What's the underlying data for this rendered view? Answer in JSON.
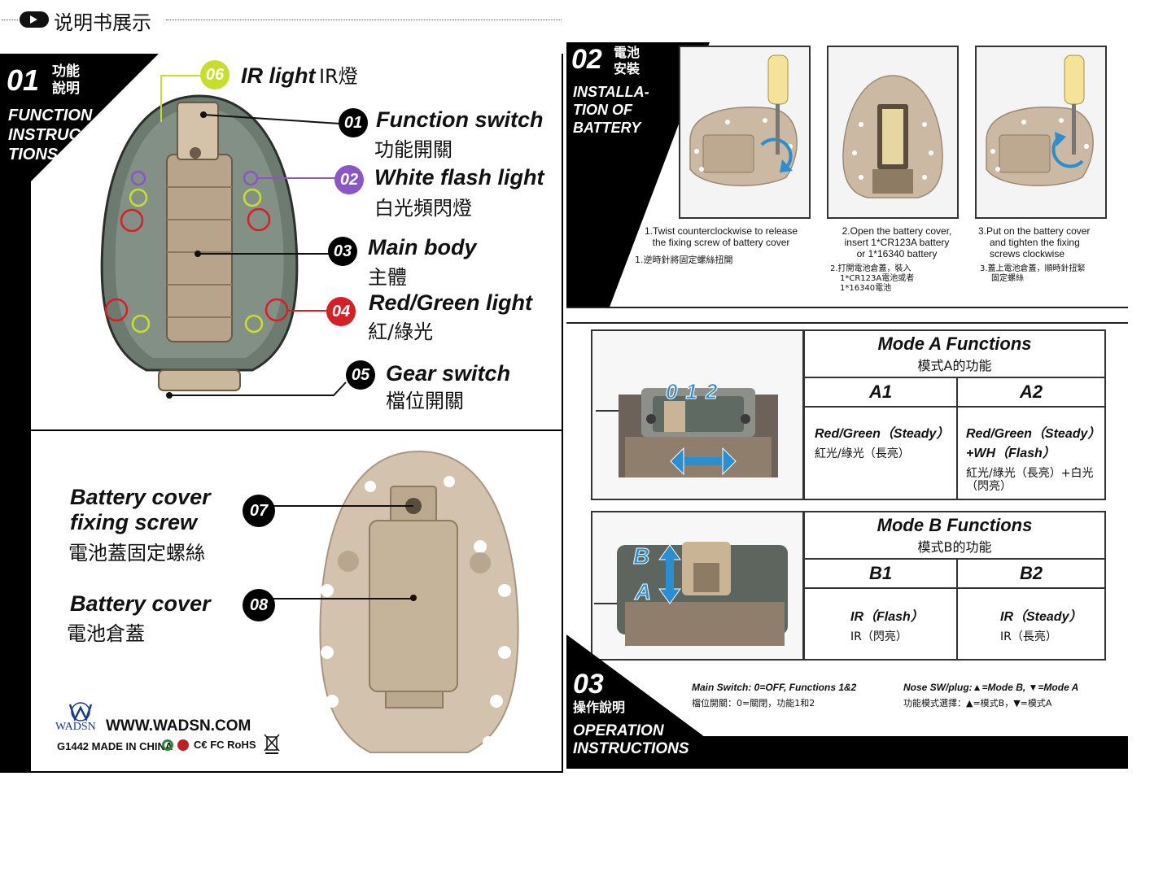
{
  "header": {
    "title": "说明书展示"
  },
  "section1": {
    "num": "01",
    "zh": [
      "功能",
      "說明"
    ],
    "en": [
      "FUNCTION",
      "INSTRUC-",
      "TIONS"
    ],
    "callouts": [
      {
        "n": "06",
        "en": "IR light",
        "zh": "IR燈",
        "color": "#c8df2a"
      },
      {
        "n": "01",
        "en": "Function switch",
        "zh": "功能開關",
        "color": "#000000"
      },
      {
        "n": "02",
        "en": "White flash light",
        "zh": "白光頻閃燈",
        "color": "#8a55c9"
      },
      {
        "n": "03",
        "en": "Main body",
        "zh": "主體",
        "color": "#000000"
      },
      {
        "n": "04",
        "en": "Red/Green light",
        "zh": "紅/綠光",
        "color": "#d81f26"
      },
      {
        "n": "05",
        "en": "Gear switch",
        "zh": "檔位開關",
        "color": "#000000"
      }
    ]
  },
  "section1b": {
    "callouts": [
      {
        "n": "07",
        "en": [
          "Battery cover",
          "fixing screw"
        ],
        "zh": "電池蓋固定螺絲"
      },
      {
        "n": "08",
        "en": [
          "Battery cover"
        ],
        "zh": "電池倉蓋"
      }
    ],
    "brand": "WADSN",
    "website": "WWW.WADSN.COM",
    "model_line": "G1442  MADE IN CHINA",
    "cert": "C€ FC RoHS"
  },
  "section2": {
    "num": "02",
    "zh": [
      "電池",
      "安裝"
    ],
    "en": [
      "INSTALLA-",
      "TION OF",
      "BATTERY"
    ],
    "steps": [
      {
        "en": [
          "1.Twist counterclockwise to release",
          "the fixing screw of battery cover"
        ],
        "zh": [
          "1.逆時針將固定螺絲扭開"
        ]
      },
      {
        "en": [
          "2.Open the battery cover,",
          "insert 1*CR123A battery",
          "or 1*16340 battery"
        ],
        "zh": [
          "2.打開電池倉蓋，裝入",
          "1*CR123A電池或者",
          "1*16340電池"
        ]
      },
      {
        "en": [
          "3.Put on the battery cover",
          "and tighten the fixing",
          "screws clockwise"
        ],
        "zh": [
          "3.蓋上電池倉蓋，順時針扭緊",
          "固定螺絲"
        ]
      }
    ]
  },
  "modeA": {
    "title": "Mode A Functions",
    "sub": "模式A的功能",
    "switch_labels": [
      "0",
      "1",
      "2"
    ],
    "cols": [
      {
        "name": "A1",
        "en": [
          "Red/Green（Steady）"
        ],
        "zh": [
          "紅光/綠光（長亮）"
        ]
      },
      {
        "name": "A2",
        "en": [
          "Red/Green（Steady）",
          "+WH（Flash）"
        ],
        "zh": [
          "紅光/綠光（長亮）+白光",
          "（閃亮）"
        ]
      }
    ]
  },
  "modeB": {
    "title": "Mode B Functions",
    "sub": "模式B的功能",
    "switch_labels": [
      "B",
      "A"
    ],
    "cols": [
      {
        "name": "B1",
        "en": [
          "IR（Flash）"
        ],
        "zh": [
          "IR（閃亮）"
        ]
      },
      {
        "name": "B2",
        "en": [
          "IR（Steady）"
        ],
        "zh": [
          "IR（長亮）"
        ]
      }
    ]
  },
  "section3": {
    "num": "03",
    "zh": "操作說明",
    "en": [
      "OPERATION",
      "INSTRUCTIONS"
    ],
    "main_switch_en": "Main Switch:  0=OFF,  Functions 1&2",
    "main_switch_zh": "檔位開關：0=關閉，功能1和2",
    "nose_en": "Nose SW/plug:▲=Mode B,  ▼=Mode A",
    "nose_zh": "功能模式選擇：▲=模式B，▼=模式A"
  }
}
